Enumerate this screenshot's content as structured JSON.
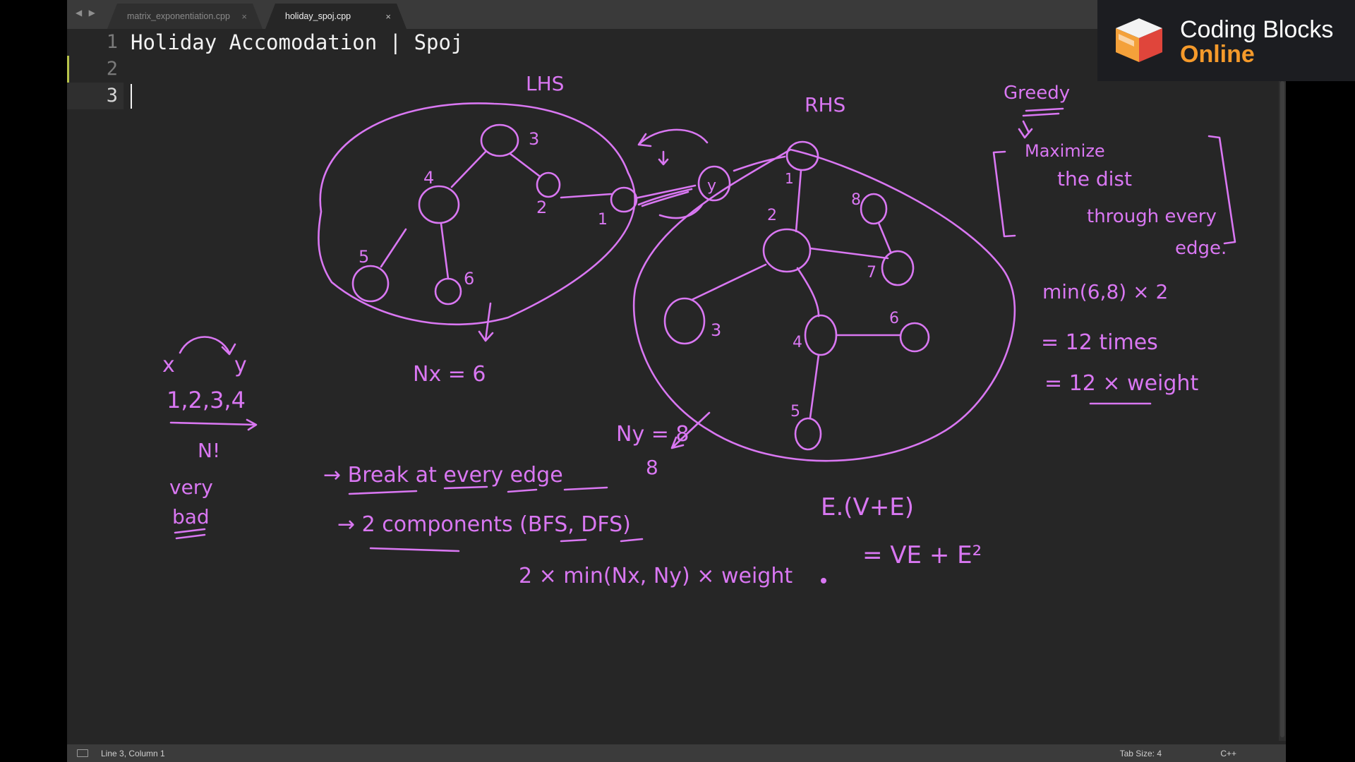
{
  "editor": {
    "tabs": [
      {
        "label": "matrix_exponentiation.cpp",
        "active": false
      },
      {
        "label": "holiday_spoj.cpp",
        "active": true
      }
    ],
    "nav_arrows": "◀ ▶",
    "close_glyph": "×",
    "line_numbers": [
      "1",
      "2",
      "3"
    ],
    "lines": [
      "Holiday Accomodation | Spoj",
      "",
      ""
    ],
    "current_line": 3
  },
  "statusbar": {
    "position": "Line 3, Column 1",
    "tab_size": "Tab Size: 4",
    "syntax": "C++"
  },
  "branding": {
    "line1": "Coding Blocks",
    "line2": "Online",
    "accent": "#f59a2b"
  },
  "colors": {
    "ink": "#d977f2",
    "editor_bg": "#262626",
    "modified_marker": "#b7c34a"
  },
  "annotations": {
    "lhs_label": "LHS",
    "rhs_label": "RHS",
    "lhs_nodes": [
      "3",
      "4",
      "2",
      "5",
      "6",
      "1"
    ],
    "rhs_nodes": [
      "1",
      "2",
      "8",
      "7",
      "3",
      "4",
      "6",
      "5"
    ],
    "edge_end": "y",
    "nx": "Nx = 6",
    "ny": "Ny = 8",
    "perm_x": "x",
    "perm_y": "y",
    "perm_seq": "1,2,3,4",
    "perm_fact": "N!",
    "perm_very": "very",
    "perm_bad": "bad",
    "break_line": "→ Break at every edge",
    "break_count": "8",
    "components_line": "→ 2 components (BFS, DFS)",
    "formula": "2 × min(Nx, Ny) × weight",
    "complexity_1": "E.(V+E)",
    "complexity_2": "= VE + E²",
    "greedy": "Greedy",
    "maximize": [
      "Maximize",
      "the dist",
      "through every",
      "edge."
    ],
    "calc": [
      "min(6,8) × 2",
      "= 12 times",
      "= 12 × weight"
    ]
  }
}
